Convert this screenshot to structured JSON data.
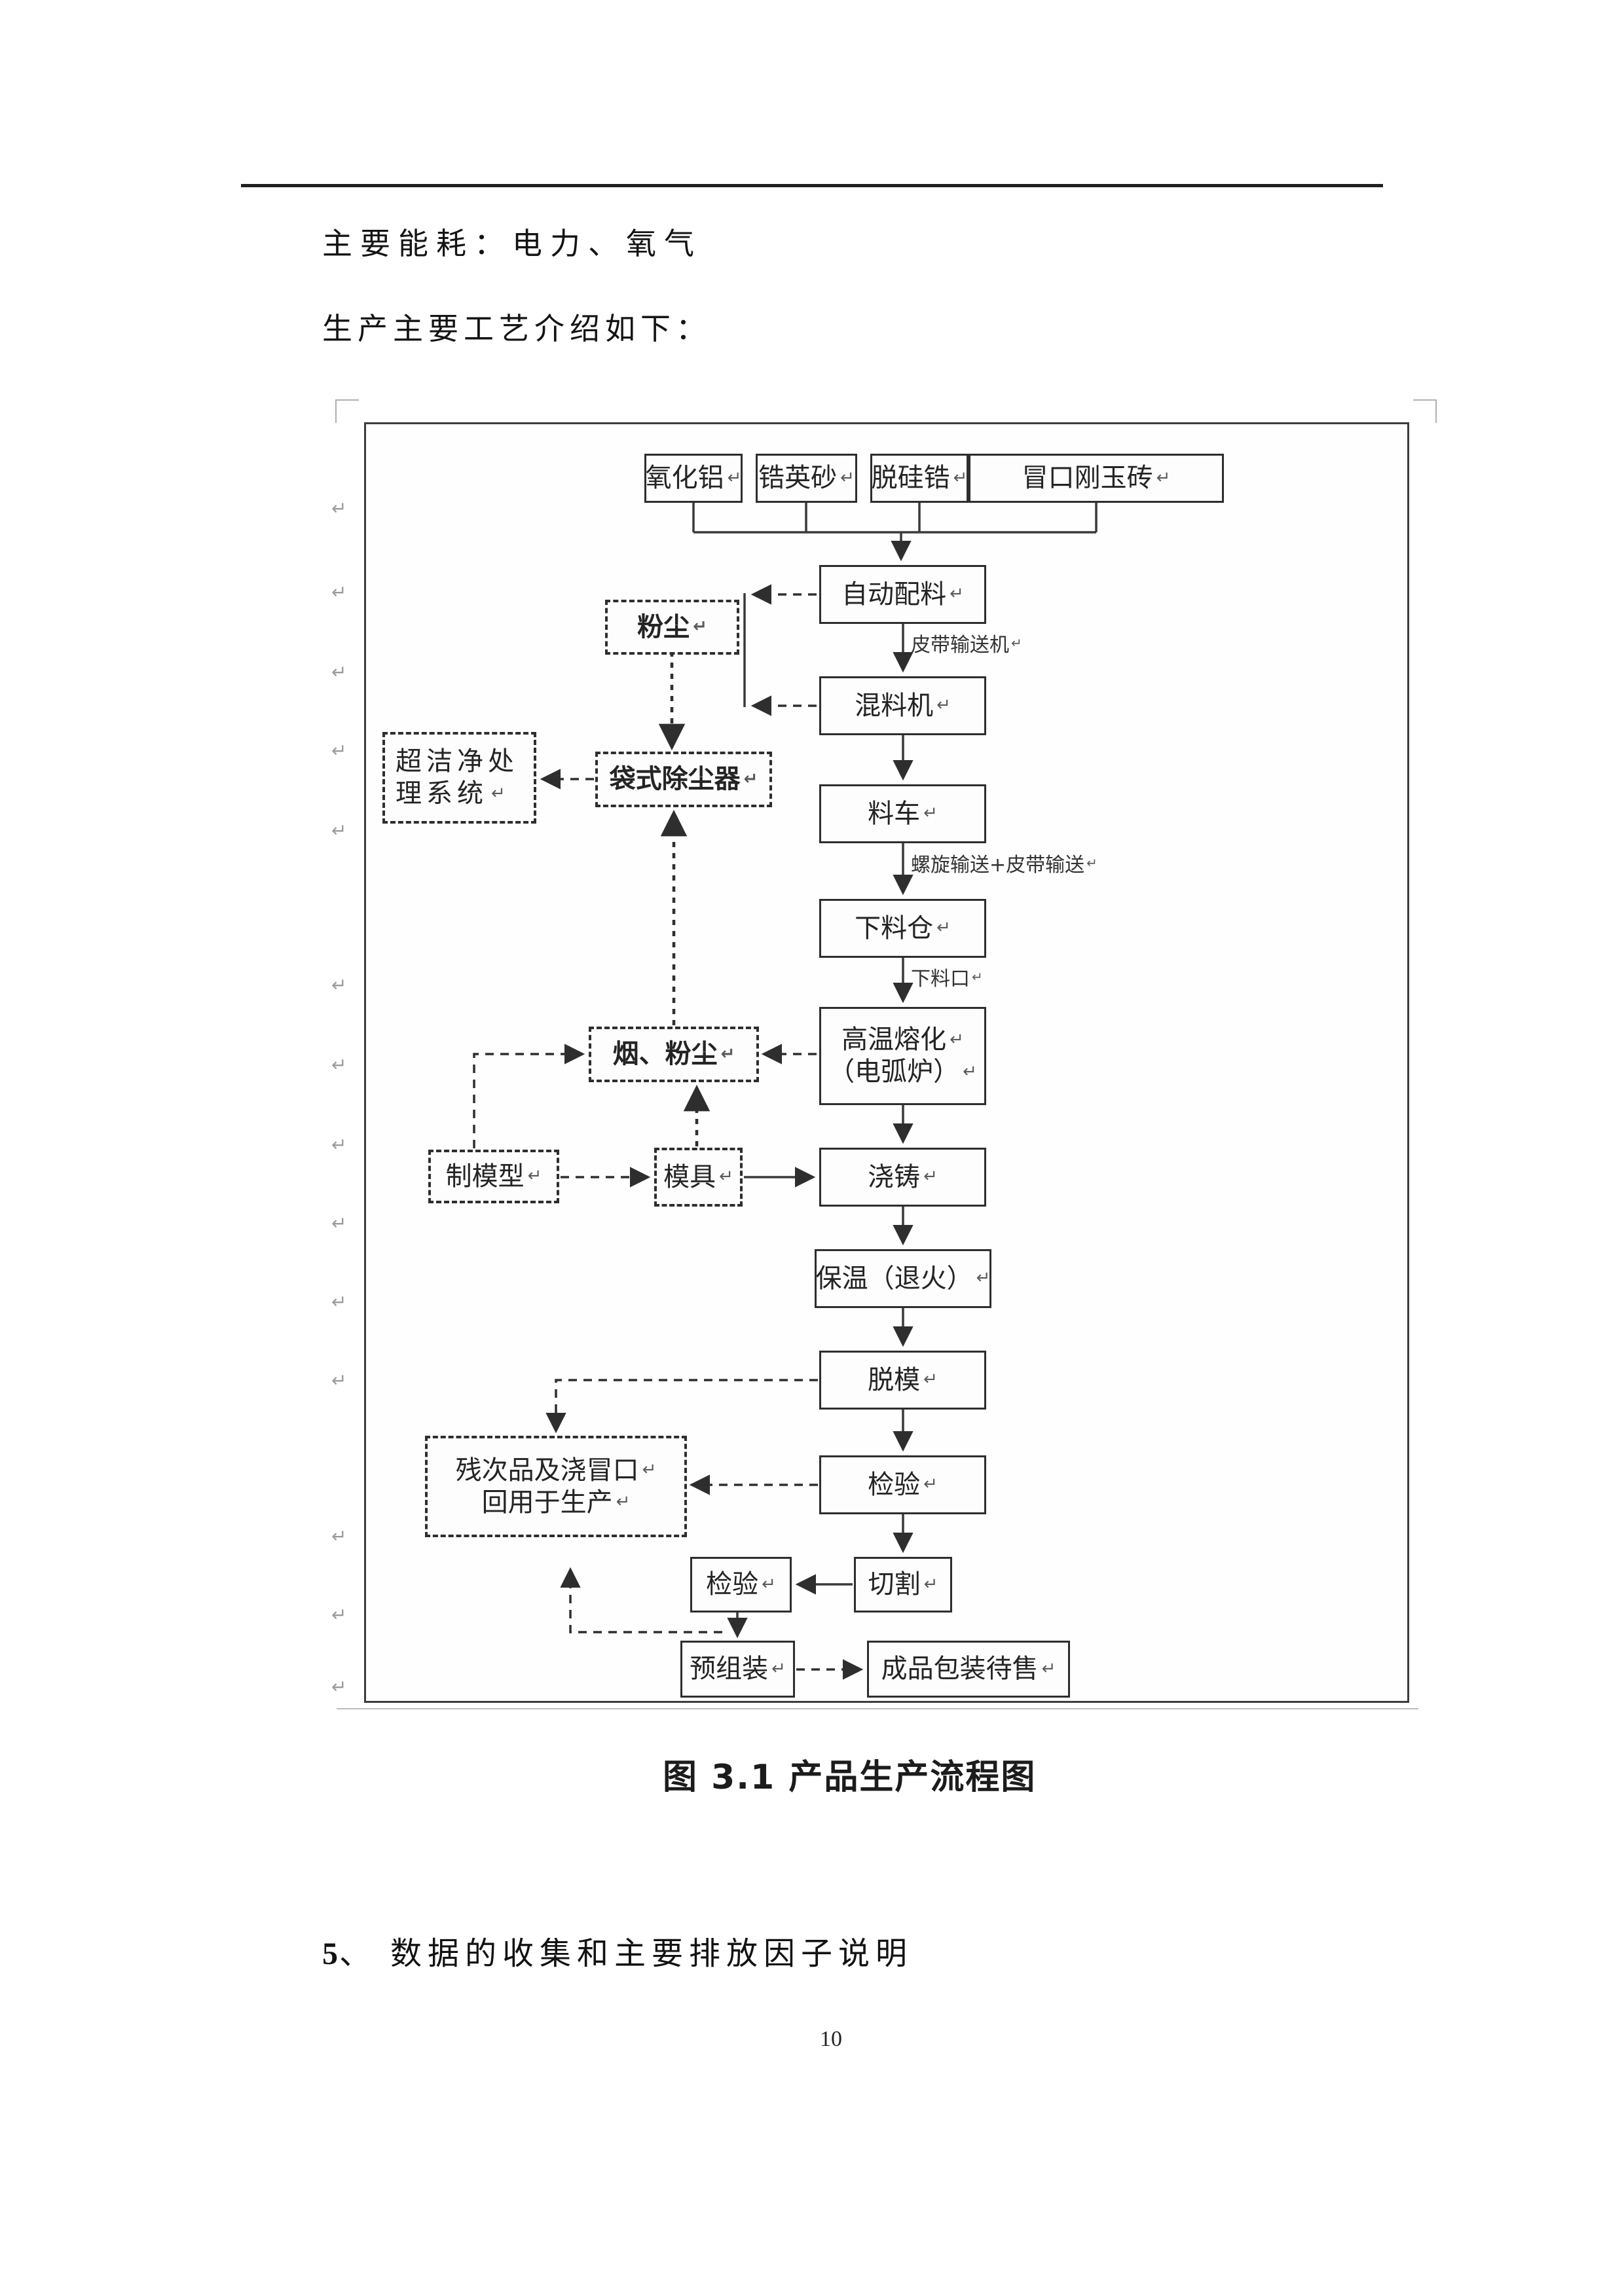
{
  "page": {
    "para1": "主要能耗：电力、氧气",
    "para2": "生产主要工艺介绍如下：",
    "caption": "图 3.1 产品生产流程图",
    "heading_num": "5",
    "heading_rest": "、 数据的收集和主要排放因子说明",
    "page_number": "10"
  },
  "marks": {
    "ret": "↵"
  },
  "flowchart": {
    "nodes": {
      "alumina": {
        "label": "氧化铝"
      },
      "zircon_sand": {
        "label": "锆英砂"
      },
      "desilicon_zirconia": {
        "label": "脱硅锆"
      },
      "riser_corundum_brick": {
        "label": "冒口刚玉砖"
      },
      "auto_batching": {
        "label": "自动配料"
      },
      "mixer": {
        "label": "混料机"
      },
      "material_cart": {
        "label": "料车"
      },
      "feed_bin": {
        "label": "下料仓"
      },
      "melting": {
        "label": "高温熔化",
        "label2": "（电弧炉）"
      },
      "casting": {
        "label": "浇铸"
      },
      "annealing": {
        "label": "保温（退火）"
      },
      "demolding": {
        "label": "脱模"
      },
      "inspection1": {
        "label": "检验"
      },
      "cutting": {
        "label": "切割"
      },
      "inspection2": {
        "label": "检验"
      },
      "preassembly": {
        "label": "预组装"
      },
      "packaging": {
        "label": "成品包装待售"
      },
      "dust": {
        "label": "粉尘"
      },
      "bag_filter": {
        "label": "袋式除尘器"
      },
      "ultra_clean": {
        "label": "超洁净处",
        "label2": "理系统"
      },
      "smoke_dust": {
        "label": "烟、粉尘"
      },
      "pattern_making": {
        "label": "制模型"
      },
      "mold": {
        "label": "模具"
      },
      "scrap_recycle": {
        "label": "残次品及浇冒口",
        "label2": "回用于生产"
      }
    },
    "edge_labels": {
      "belt_conveyor": "皮带输送机",
      "screw_belt": "螺旋输送+皮带输送",
      "feed_port": "下料口"
    }
  }
}
